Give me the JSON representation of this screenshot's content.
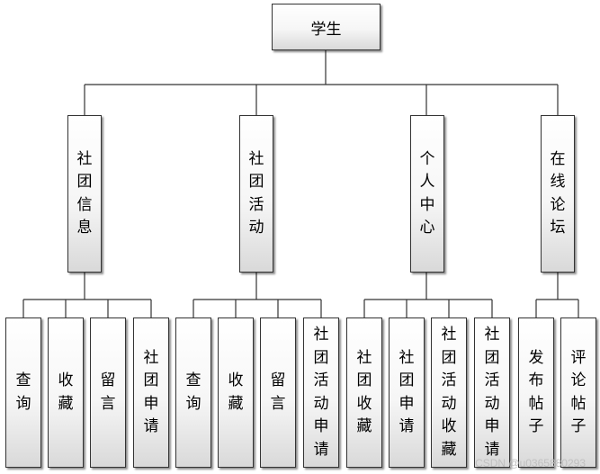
{
  "root": {
    "label": "学生"
  },
  "categories": [
    {
      "label": "社团信息",
      "children": [
        "查询",
        "收藏",
        "留言",
        "社团申请"
      ]
    },
    {
      "label": "社团活动",
      "children": [
        "查询",
        "收藏",
        "留言",
        "社团活动申请"
      ]
    },
    {
      "label": "个人中心",
      "children": [
        "社团收藏",
        "社团申请",
        "社团活动收藏",
        "社团活动申请"
      ]
    },
    {
      "label": "在线论坛",
      "children": [
        "发布帖子",
        "评论帖子"
      ]
    }
  ],
  "watermark": "CSDN @u0365880293"
}
